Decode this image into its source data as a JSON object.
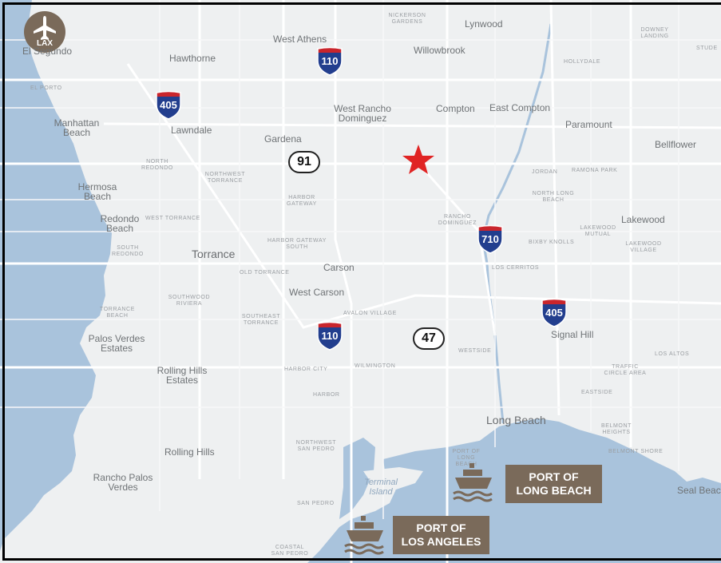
{
  "map": {
    "airport": {
      "code": "LAX",
      "icon": "airplane-icon"
    },
    "marker": {
      "icon": "star-icon",
      "color": "#e02424"
    },
    "colors": {
      "land": "#eef0f1",
      "water": "#a9c3dc",
      "road": "#ffffff",
      "port_box": "#7a6a5a",
      "interstate_red": "#c9252c",
      "interstate_blue": "#223e8e"
    },
    "cities": {
      "el_segundo": "El Segundo",
      "hawthorne": "Hawthorne",
      "west_athens": "West Athens",
      "lynwood": "Lynwood",
      "willowbrook": "Willowbrook",
      "manhattan_beach": "Manhattan Beach",
      "lawndale": "Lawndale",
      "west_rancho": "West Rancho Dominguez",
      "compton": "Compton",
      "east_compton": "East Compton",
      "paramount": "Paramount",
      "gardena": "Gardena",
      "bellflower": "Bellflower",
      "hermosa": "Hermosa Beach",
      "redondo": "Redondo Beach",
      "torrance": "Torrance",
      "lakewood": "Lakewood",
      "carson": "Carson",
      "west_carson": "West Carson",
      "signal_hill": "Signal Hill",
      "palos_verdes_estates": "Palos Verdes Estates",
      "rolling_hills_estates": "Rolling Hills Estates",
      "long_beach": "Long Beach",
      "rolling_hills": "Rolling Hills",
      "rancho_palos_verdes": "Rancho Palos Verdes",
      "seal_beach": "Seal Beach",
      "terminal_island": "Terminal Island"
    },
    "neighborhoods": {
      "nickerson": "Nickerson Gardens",
      "downey_landing": "Downey Landing",
      "studebaker": "Stude",
      "hollydale": "Hollydale",
      "el_porto": "El Porto",
      "north_redondo": "North Redondo",
      "northwest_torrance": "Northwest Torrance",
      "harbor_gateway": "Harbor Gateway",
      "jordan": "Jordan",
      "ramona_park": "Ramona Park",
      "north_long_beach": "North Long Beach",
      "west_torrance": "West Torrance",
      "rancho_dominguez": "Rancho Dominguez",
      "lakewood_mutual": "Lakewood Mutual",
      "bixby_knolls": "Bixby Knolls",
      "lakewood_village": "Lakewood Village",
      "harbor_gateway_south": "Harbor Gateway South",
      "south_redondo": "South Redondo",
      "old_torrance": "Old Torrance",
      "los_cerritos": "Los Cerritos",
      "southwood_riviera": "Southwood Riviera",
      "avalon_village": "Avalon Village",
      "torrance_beach": "Torrance Beach",
      "southeast_torrance": "Southeast Torrance",
      "westside": "Westside",
      "los_altos": "Los Altos",
      "harbor_city": "Harbor City",
      "wilmington": "Wilmington",
      "traffic_circle": "Traffic Circle Area",
      "eastside": "Eastside",
      "harbor": "Harbor",
      "belmont_heights": "Belmont Heights",
      "northwest_san_pedro": "Northwest San Pedro",
      "port_of_long_beach_small": "Port of Long Beach",
      "belmont_shore": "Belmont Shore",
      "san_pedro": "San Pedro",
      "coastal_san_pedro": "Coastal San Pedro"
    },
    "highways": {
      "i110_north": "110",
      "i405_west": "405",
      "sr91": "91",
      "i710": "710",
      "i405_east": "405",
      "i110_south": "110",
      "sr47": "47"
    },
    "ports": {
      "long_beach": {
        "line1": "PORT OF",
        "line2": "LONG BEACH",
        "icon": "ship-icon"
      },
      "los_angeles": {
        "line1": "PORT OF",
        "line2": "LOS ANGELES",
        "icon": "ship-icon"
      }
    }
  }
}
